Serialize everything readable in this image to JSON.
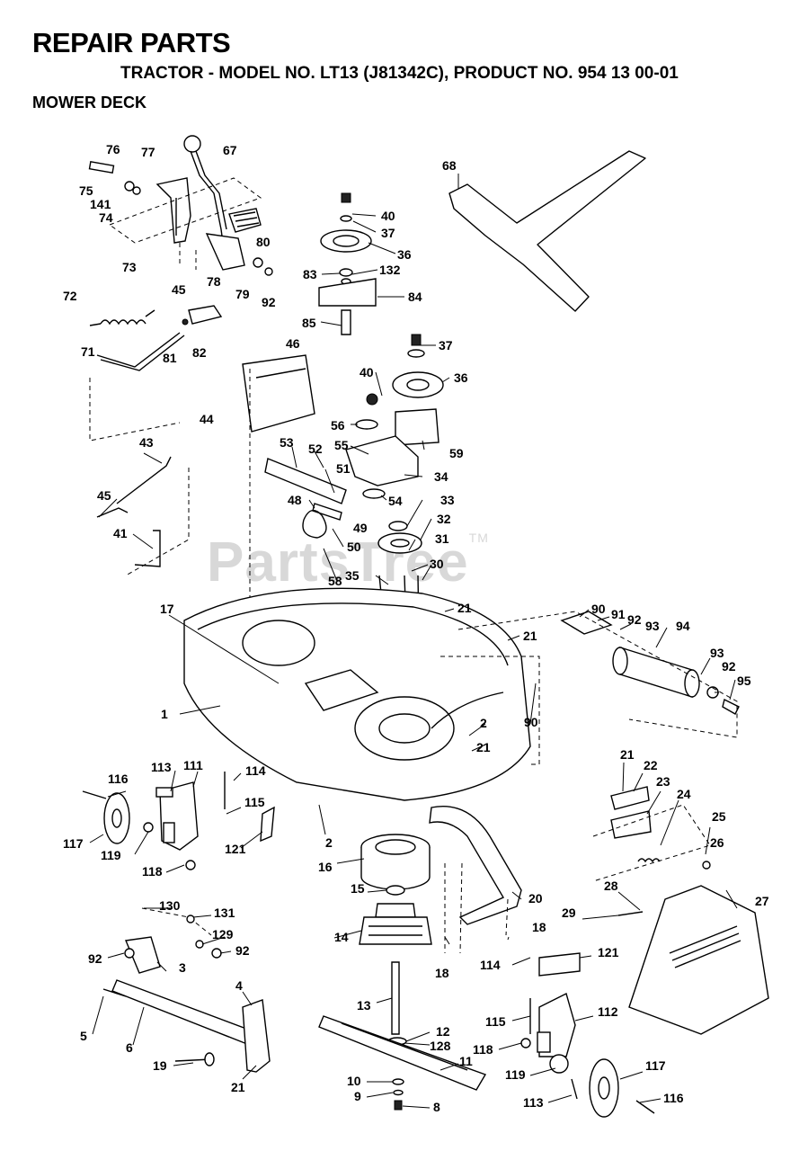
{
  "header": {
    "title": "REPAIR PARTS",
    "subtitle": "TRACTOR - MODEL NO. LT13 (J81342C), PRODUCT NO. 954 13 00-01",
    "section": "MOWER DECK"
  },
  "watermark": "PartsTree",
  "watermark_tm": "TM",
  "callouts": [
    {
      "id": "c76",
      "label": "76"
    },
    {
      "id": "c77",
      "label": "77"
    },
    {
      "id": "c67",
      "label": "67"
    },
    {
      "id": "c75",
      "label": "75"
    },
    {
      "id": "c141",
      "label": "141"
    },
    {
      "id": "c74",
      "label": "74"
    },
    {
      "id": "c73",
      "label": "73"
    },
    {
      "id": "c80",
      "label": "80"
    },
    {
      "id": "c78",
      "label": "78"
    },
    {
      "id": "c79",
      "label": "79"
    },
    {
      "id": "c92a",
      "label": "92"
    },
    {
      "id": "c72",
      "label": "72"
    },
    {
      "id": "c45a",
      "label": "45"
    },
    {
      "id": "c82",
      "label": "82"
    },
    {
      "id": "c81",
      "label": "81"
    },
    {
      "id": "c71",
      "label": "71"
    },
    {
      "id": "c46",
      "label": "46"
    },
    {
      "id": "c44",
      "label": "44"
    },
    {
      "id": "c40a",
      "label": "40"
    },
    {
      "id": "c37a",
      "label": "37"
    },
    {
      "id": "c36a",
      "label": "36"
    },
    {
      "id": "c83",
      "label": "83"
    },
    {
      "id": "c132",
      "label": "132"
    },
    {
      "id": "c84",
      "label": "84"
    },
    {
      "id": "c85",
      "label": "85"
    },
    {
      "id": "c68",
      "label": "68"
    },
    {
      "id": "c37b",
      "label": "37"
    },
    {
      "id": "c40b",
      "label": "40"
    },
    {
      "id": "c36b",
      "label": "36"
    },
    {
      "id": "c56",
      "label": "56"
    },
    {
      "id": "c55",
      "label": "55"
    },
    {
      "id": "c59",
      "label": "59"
    },
    {
      "id": "c53",
      "label": "53"
    },
    {
      "id": "c52",
      "label": "52"
    },
    {
      "id": "c51",
      "label": "51"
    },
    {
      "id": "c34",
      "label": "34"
    },
    {
      "id": "c48",
      "label": "48"
    },
    {
      "id": "c54",
      "label": "54"
    },
    {
      "id": "c33",
      "label": "33"
    },
    {
      "id": "c49",
      "label": "49"
    },
    {
      "id": "c32",
      "label": "32"
    },
    {
      "id": "c50",
      "label": "50"
    },
    {
      "id": "c31",
      "label": "31"
    },
    {
      "id": "c43",
      "label": "43"
    },
    {
      "id": "c45b",
      "label": "45"
    },
    {
      "id": "c41",
      "label": "41"
    },
    {
      "id": "c58",
      "label": "58"
    },
    {
      "id": "c35",
      "label": "35"
    },
    {
      "id": "c30",
      "label": "30"
    },
    {
      "id": "c17",
      "label": "17"
    },
    {
      "id": "c21a",
      "label": "21"
    },
    {
      "id": "c90a",
      "label": "90"
    },
    {
      "id": "c91",
      "label": "91"
    },
    {
      "id": "c92b",
      "label": "92"
    },
    {
      "id": "c93a",
      "label": "93"
    },
    {
      "id": "c94",
      "label": "94"
    },
    {
      "id": "c21b",
      "label": "21"
    },
    {
      "id": "c93b",
      "label": "93"
    },
    {
      "id": "c92c",
      "label": "92"
    },
    {
      "id": "c95",
      "label": "95"
    },
    {
      "id": "c1",
      "label": "1"
    },
    {
      "id": "c90b",
      "label": "90"
    },
    {
      "id": "c2a",
      "label": "2"
    },
    {
      "id": "c21c",
      "label": "21"
    },
    {
      "id": "c116a",
      "label": "116"
    },
    {
      "id": "c113a",
      "label": "113"
    },
    {
      "id": "c111",
      "label": "111"
    },
    {
      "id": "c114a",
      "label": "114"
    },
    {
      "id": "c115a",
      "label": "115"
    },
    {
      "id": "c117a",
      "label": "117"
    },
    {
      "id": "c119a",
      "label": "119"
    },
    {
      "id": "c121a",
      "label": "121"
    },
    {
      "id": "c118a",
      "label": "118"
    },
    {
      "id": "c2b",
      "label": "2"
    },
    {
      "id": "c21d",
      "label": "21"
    },
    {
      "id": "c22",
      "label": "22"
    },
    {
      "id": "c23",
      "label": "23"
    },
    {
      "id": "c24",
      "label": "24"
    },
    {
      "id": "c25",
      "label": "25"
    },
    {
      "id": "c26",
      "label": "26"
    },
    {
      "id": "c16",
      "label": "16"
    },
    {
      "id": "c15",
      "label": "15"
    },
    {
      "id": "c20",
      "label": "20"
    },
    {
      "id": "c28",
      "label": "28"
    },
    {
      "id": "c27",
      "label": "27"
    },
    {
      "id": "c29",
      "label": "29"
    },
    {
      "id": "c130",
      "label": "130"
    },
    {
      "id": "c131",
      "label": "131"
    },
    {
      "id": "c129",
      "label": "129"
    },
    {
      "id": "c92d",
      "label": "92"
    },
    {
      "id": "c92e",
      "label": "92"
    },
    {
      "id": "c3",
      "label": "3"
    },
    {
      "id": "c14",
      "label": "14"
    },
    {
      "id": "c18a",
      "label": "18"
    },
    {
      "id": "c18b",
      "label": "18"
    },
    {
      "id": "c114b",
      "label": "114"
    },
    {
      "id": "c121b",
      "label": "121"
    },
    {
      "id": "c4",
      "label": "4"
    },
    {
      "id": "c5",
      "label": "5"
    },
    {
      "id": "c6",
      "label": "6"
    },
    {
      "id": "c13",
      "label": "13"
    },
    {
      "id": "c115b",
      "label": "115"
    },
    {
      "id": "c112",
      "label": "112"
    },
    {
      "id": "c12",
      "label": "12"
    },
    {
      "id": "c128",
      "label": "128"
    },
    {
      "id": "c118b",
      "label": "118"
    },
    {
      "id": "c11",
      "label": "11"
    },
    {
      "id": "c19",
      "label": "19"
    },
    {
      "id": "c119b",
      "label": "119"
    },
    {
      "id": "c117b",
      "label": "117"
    },
    {
      "id": "c21e",
      "label": "21"
    },
    {
      "id": "c10",
      "label": "10"
    },
    {
      "id": "c9",
      "label": "9"
    },
    {
      "id": "c8",
      "label": "8"
    },
    {
      "id": "c113b",
      "label": "113"
    },
    {
      "id": "c116b",
      "label": "116"
    }
  ]
}
